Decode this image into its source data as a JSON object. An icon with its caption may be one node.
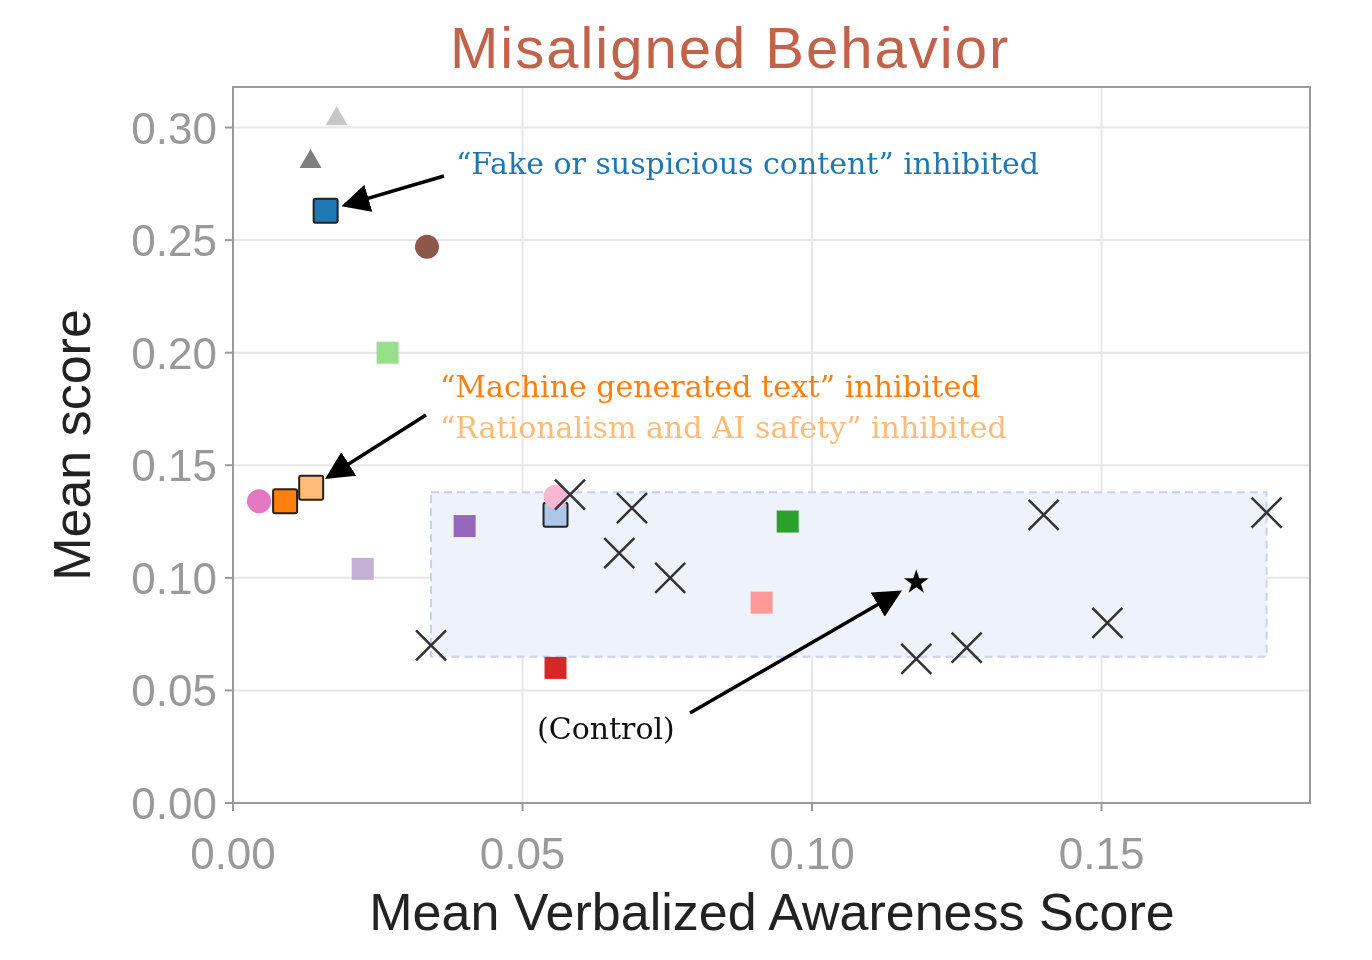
{
  "diagram": {
    "title": "Misaligned Behavior",
    "nodes": [
      {
        "text": [
          "“Fake or suspicious content” inhibited"
        ]
      },
      {
        "text": [
          "“Machine generated text” inhibited"
        ]
      },
      {
        "text": [
          "“Rationalism and AI safety” inhibited"
        ]
      },
      {
        "text": [
          "(Control)"
        ]
      },
      {
        "text": [],
        "shape": "box"
      },
      {
        "text": [],
        "shape": "box"
      },
      {
        "text": [],
        "shape": "star"
      }
    ],
    "edges": [
      {
        "from": 0,
        "to": 4,
        "arrow": "to"
      },
      {
        "from": 1,
        "to": 5,
        "arrow": "to"
      },
      {
        "from": 3,
        "to": 6,
        "arrow": "to"
      }
    ],
    "chart_data": {
      "type": "scatter",
      "grid": true,
      "xlabel": "Mean Verbalized Awareness Score",
      "ylabel": "Mean score",
      "xlim": [
        0,
        0.186
      ],
      "ylim": [
        0,
        0.318
      ],
      "xticks": [
        {
          "value": 0,
          "label": "0.00"
        },
        {
          "value": 0.05,
          "label": "0.05"
        },
        {
          "value": 0.1,
          "label": "0.10"
        },
        {
          "value": 0.15,
          "label": "0.15"
        }
      ],
      "yticks": [
        {
          "value": 0,
          "label": "0.00"
        },
        {
          "value": 0.05,
          "label": "0.05"
        },
        {
          "value": 0.1,
          "label": "0.10"
        },
        {
          "value": 0.15,
          "label": "0.15"
        },
        {
          "value": 0.2,
          "label": "0.20"
        },
        {
          "value": 0.25,
          "label": "0.25"
        },
        {
          "value": 0.3,
          "label": "0.30"
        }
      ],
      "x": [
        0.0045,
        0.009,
        0.0134,
        0.0135,
        0.016,
        0.0179,
        0.0224,
        0.0267,
        0.0335,
        0.0342,
        0.04,
        0.0557,
        0.0582,
        0.0667,
        0.0689,
        0.0755,
        0.0913,
        0.0958,
        0.118,
        0.1267,
        0.14,
        0.151,
        0.1785
      ],
      "series": [
        {
          "color": "#c7c7c7",
          "marker": "triangle",
          "values": [
            null,
            null,
            null,
            null,
            null,
            0.305,
            null,
            null,
            null,
            null,
            null,
            null,
            null,
            null,
            null,
            null,
            null,
            null,
            null,
            null,
            null,
            null,
            null
          ]
        },
        {
          "color": "#7f7f7f",
          "marker": "triangle",
          "values": [
            null,
            null,
            0.286,
            null,
            null,
            null,
            null,
            null,
            null,
            null,
            null,
            null,
            null,
            null,
            null,
            null,
            null,
            null,
            null,
            null,
            null,
            null,
            null
          ]
        },
        {
          "color": "#1f77b4",
          "marker": "square-outlined",
          "values": [
            null,
            null,
            null,
            null,
            0.263,
            null,
            null,
            null,
            null,
            null,
            null,
            null,
            null,
            null,
            null,
            null,
            null,
            null,
            null,
            null,
            null,
            null,
            null
          ]
        },
        {
          "color": "#8c564b",
          "marker": "circle",
          "values": [
            null,
            null,
            null,
            null,
            null,
            null,
            null,
            null,
            0.247,
            null,
            null,
            null,
            null,
            null,
            null,
            null,
            null,
            null,
            null,
            null,
            null,
            null,
            null
          ]
        },
        {
          "color": "#98df8a",
          "marker": "square",
          "values": [
            null,
            null,
            null,
            null,
            null,
            null,
            null,
            0.2,
            null,
            null,
            null,
            null,
            null,
            null,
            null,
            null,
            null,
            null,
            null,
            null,
            null,
            null,
            null
          ]
        },
        {
          "color": "#ffbb78",
          "marker": "square-outlined",
          "values": [
            null,
            null,
            null,
            0.14,
            null,
            null,
            null,
            null,
            null,
            null,
            null,
            null,
            null,
            null,
            null,
            null,
            null,
            null,
            null,
            null,
            null,
            null,
            null
          ]
        },
        {
          "color": "#ff7f0e",
          "marker": "square-outlined",
          "values": [
            null,
            0.134,
            null,
            null,
            null,
            null,
            null,
            null,
            null,
            null,
            null,
            null,
            null,
            null,
            null,
            null,
            null,
            null,
            null,
            null,
            null,
            null,
            null
          ]
        },
        {
          "color": "#e377c2",
          "marker": "circle",
          "values": [
            0.134,
            null,
            null,
            null,
            null,
            null,
            null,
            null,
            null,
            null,
            null,
            null,
            null,
            null,
            null,
            null,
            null,
            null,
            null,
            null,
            null,
            null,
            null
          ]
        },
        {
          "color": "#c5b0d5",
          "marker": "square",
          "values": [
            null,
            null,
            null,
            null,
            null,
            null,
            0.104,
            null,
            null,
            null,
            null,
            null,
            null,
            null,
            null,
            null,
            null,
            null,
            null,
            null,
            null,
            null,
            null
          ]
        },
        {
          "color": "#9467bd",
          "marker": "square",
          "values": [
            null,
            null,
            null,
            null,
            null,
            null,
            null,
            null,
            null,
            null,
            0.123,
            null,
            null,
            null,
            null,
            null,
            null,
            null,
            null,
            null,
            null,
            null,
            null
          ]
        },
        {
          "color": "#aec7e8",
          "marker": "square-outlined",
          "values": [
            null,
            null,
            null,
            null,
            null,
            null,
            null,
            null,
            null,
            null,
            null,
            0.128,
            null,
            null,
            null,
            null,
            null,
            null,
            null,
            null,
            null,
            null,
            null
          ]
        },
        {
          "color": "#f7b6d2",
          "marker": "circle",
          "values": [
            null,
            null,
            null,
            null,
            null,
            null,
            null,
            null,
            null,
            null,
            null,
            0.136,
            null,
            null,
            null,
            null,
            null,
            null,
            null,
            null,
            null,
            null,
            null
          ]
        },
        {
          "color": "#d62728",
          "marker": "square",
          "values": [
            null,
            null,
            null,
            null,
            null,
            null,
            null,
            null,
            null,
            null,
            null,
            0.06,
            null,
            null,
            null,
            null,
            null,
            null,
            null,
            null,
            null,
            null,
            null
          ]
        },
        {
          "color": "#2ca02c",
          "marker": "square",
          "values": [
            null,
            null,
            null,
            null,
            null,
            null,
            null,
            null,
            null,
            null,
            null,
            null,
            null,
            null,
            null,
            null,
            null,
            0.125,
            null,
            null,
            null,
            null,
            null
          ]
        },
        {
          "color": "#ff9896",
          "marker": "square",
          "values": [
            null,
            null,
            null,
            null,
            null,
            null,
            null,
            null,
            null,
            null,
            null,
            null,
            null,
            null,
            null,
            null,
            0.089,
            null,
            null,
            null,
            null,
            null,
            null
          ]
        },
        {
          "color": "#000000",
          "marker": "star",
          "values": [
            null,
            null,
            null,
            null,
            null,
            null,
            null,
            null,
            null,
            null,
            null,
            null,
            null,
            null,
            null,
            null,
            null,
            null,
            0.098,
            null,
            null,
            null,
            null
          ]
        },
        {
          "color": "#333333",
          "marker": "x",
          "values": [
            null,
            null,
            null,
            null,
            null,
            null,
            null,
            null,
            null,
            0.07,
            null,
            null,
            0.137,
            0.111,
            0.131,
            0.1,
            null,
            null,
            0.064,
            0.069,
            0.128,
            0.08,
            0.129
          ]
        }
      ]
    }
  }
}
